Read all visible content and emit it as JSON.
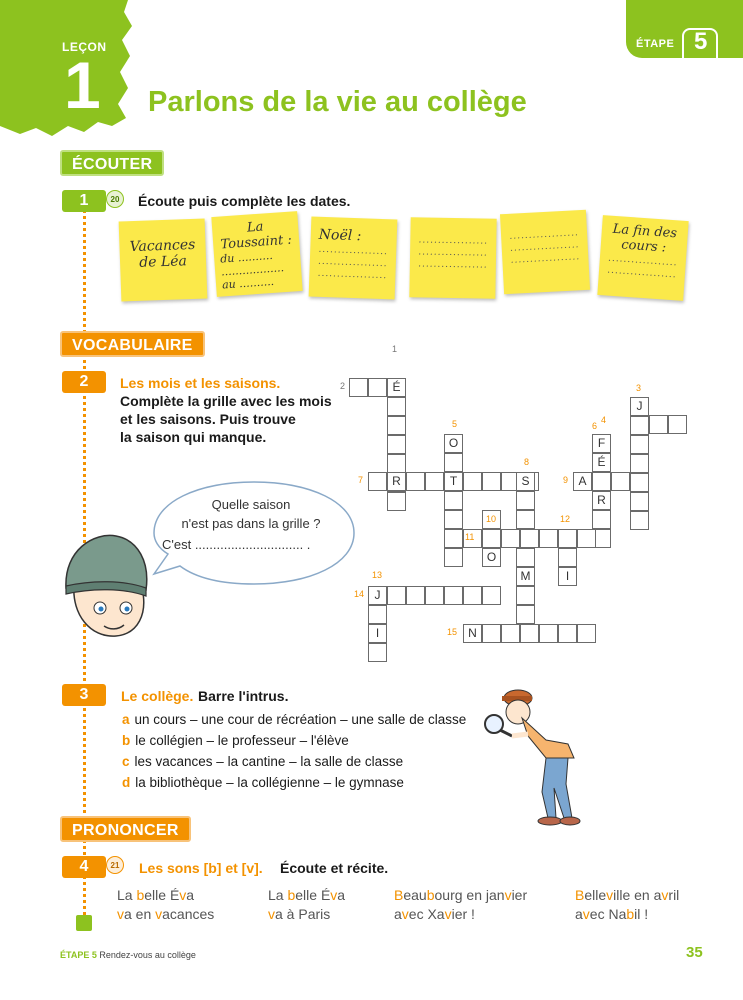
{
  "header": {
    "lesson_word": "LEÇON",
    "lesson_number": "1",
    "title": "Parlons de la vie au collège",
    "etape_label": "ÉTAPE",
    "etape_number": "5"
  },
  "sections": {
    "ecouter": "ÉCOUTER",
    "vocabulaire": "VOCABULAIRE",
    "prononcer": "PRONONCER"
  },
  "exercise1": {
    "number": "1",
    "audio_track": "20",
    "instruction": "Écoute puis complète les dates.",
    "notes": [
      {
        "l1": "Vacances",
        "l2": "de Léa",
        "l3": ""
      },
      {
        "l1": "La",
        "l2": "Toussaint :",
        "l3": "du .........."
      },
      {
        "l1": "Noël :",
        "l2": "",
        "l3": ""
      },
      {
        "l1": "",
        "l2": "",
        "l3": ""
      },
      {
        "l1": "",
        "l2": "",
        "l3": ""
      },
      {
        "l1": "La fin des",
        "l2": "cours :",
        "l3": ""
      }
    ],
    "au_label": "au ..........",
    "dots": ".................."
  },
  "exercise2": {
    "number": "2",
    "title_orange": "Les mois et les saisons.",
    "instruction_lines": [
      "Complète la grille avec les mois",
      "et les saisons. Puis trouve",
      "la saison qui manque."
    ],
    "bubble_lines": [
      "Quelle saison",
      "n'est pas dans la grille ?",
      "C'est .............................. ."
    ],
    "crossword_letters": [
      "É",
      "J",
      "F",
      "É",
      "O",
      "R",
      "T",
      "S",
      "A",
      "R",
      "O",
      "M",
      "I",
      "J",
      "I",
      "N"
    ],
    "clue_numbers": [
      "1",
      "2",
      "3",
      "4",
      "5",
      "6",
      "7",
      "8",
      "9",
      "10",
      "11",
      "12",
      "13",
      "14",
      "15"
    ]
  },
  "exercise3": {
    "number": "3",
    "title_orange": "Le collège.",
    "instruction": "Barre l'intrus.",
    "items": [
      {
        "letter": "a",
        "text": "un cours – une cour de récréation – une salle de classe"
      },
      {
        "letter": "b",
        "text": "le collégien – le professeur – l'élève"
      },
      {
        "letter": "c",
        "text": "les vacances – la cantine – la salle de classe"
      },
      {
        "letter": "d",
        "text": "la bibliothèque – la collégienne – le gymnase"
      }
    ]
  },
  "exercise4": {
    "number": "4",
    "audio_track": "21",
    "title_orange": "Les sons [b] et [v].",
    "instruction": "Écoute et récite.",
    "verses": [
      [
        "La ",
        "b",
        "elle É",
        "v",
        "a"
      ],
      [
        "v",
        "a en ",
        "v",
        "acances"
      ],
      [
        "La ",
        "b",
        "elle É",
        "v",
        "a"
      ],
      [
        "v",
        "a à Paris"
      ],
      [
        "B",
        "eau",
        "b",
        "ourg en jan",
        "v",
        "ier"
      ],
      [
        "a",
        "v",
        "ec Xa",
        "v",
        "ier !"
      ],
      [
        "B",
        "elle",
        "v",
        "ille en a",
        "v",
        "ril"
      ],
      [
        "a",
        "v",
        "ec Na",
        "b",
        "il !"
      ]
    ]
  },
  "footer": {
    "etape": "ÉTAPE 5",
    "unit": "Rendez-vous au collège",
    "page": "35"
  },
  "colors": {
    "green": "#8dc21f",
    "orange": "#f39200",
    "note_yellow": "#fbe94a"
  }
}
